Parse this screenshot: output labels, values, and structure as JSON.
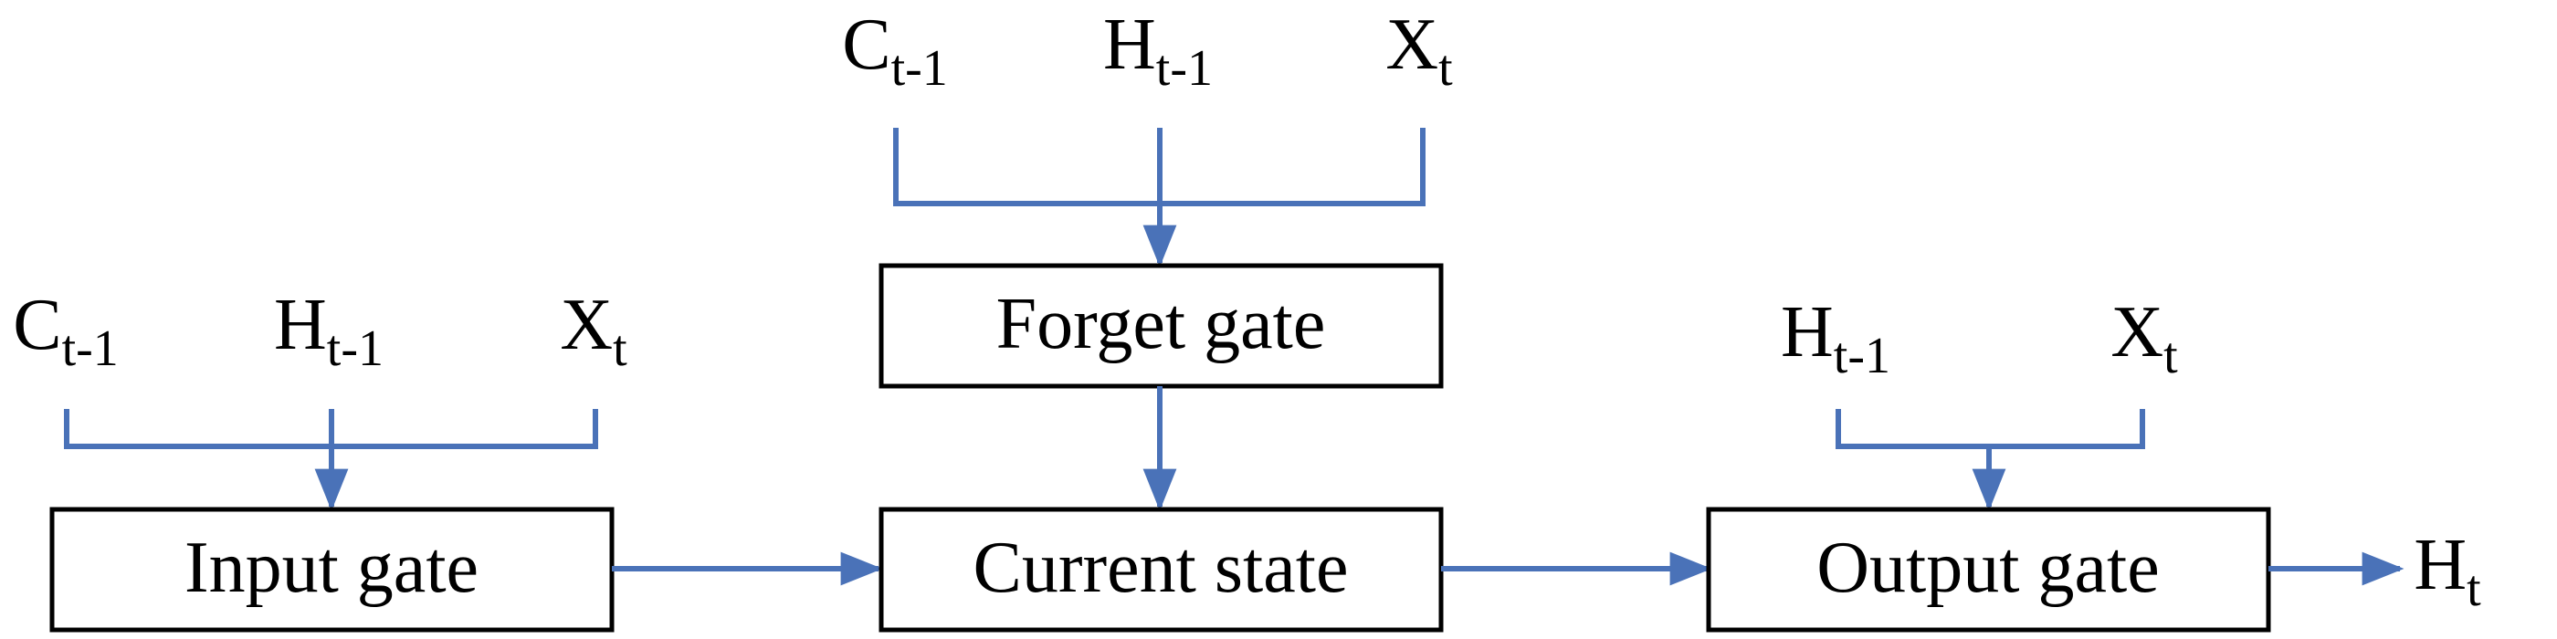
{
  "diagram": {
    "colors": {
      "connector": "#4a72b8",
      "box_border": "#000000",
      "text": "#000000"
    },
    "boxes": {
      "forget_gate": "Forget gate",
      "input_gate": "Input gate",
      "current_state": "Current state",
      "output_gate": "Output gate"
    },
    "symbols": {
      "C": "C",
      "H": "H",
      "X": "X"
    },
    "subscripts": {
      "prev": "t-1",
      "curr": "t"
    }
  }
}
